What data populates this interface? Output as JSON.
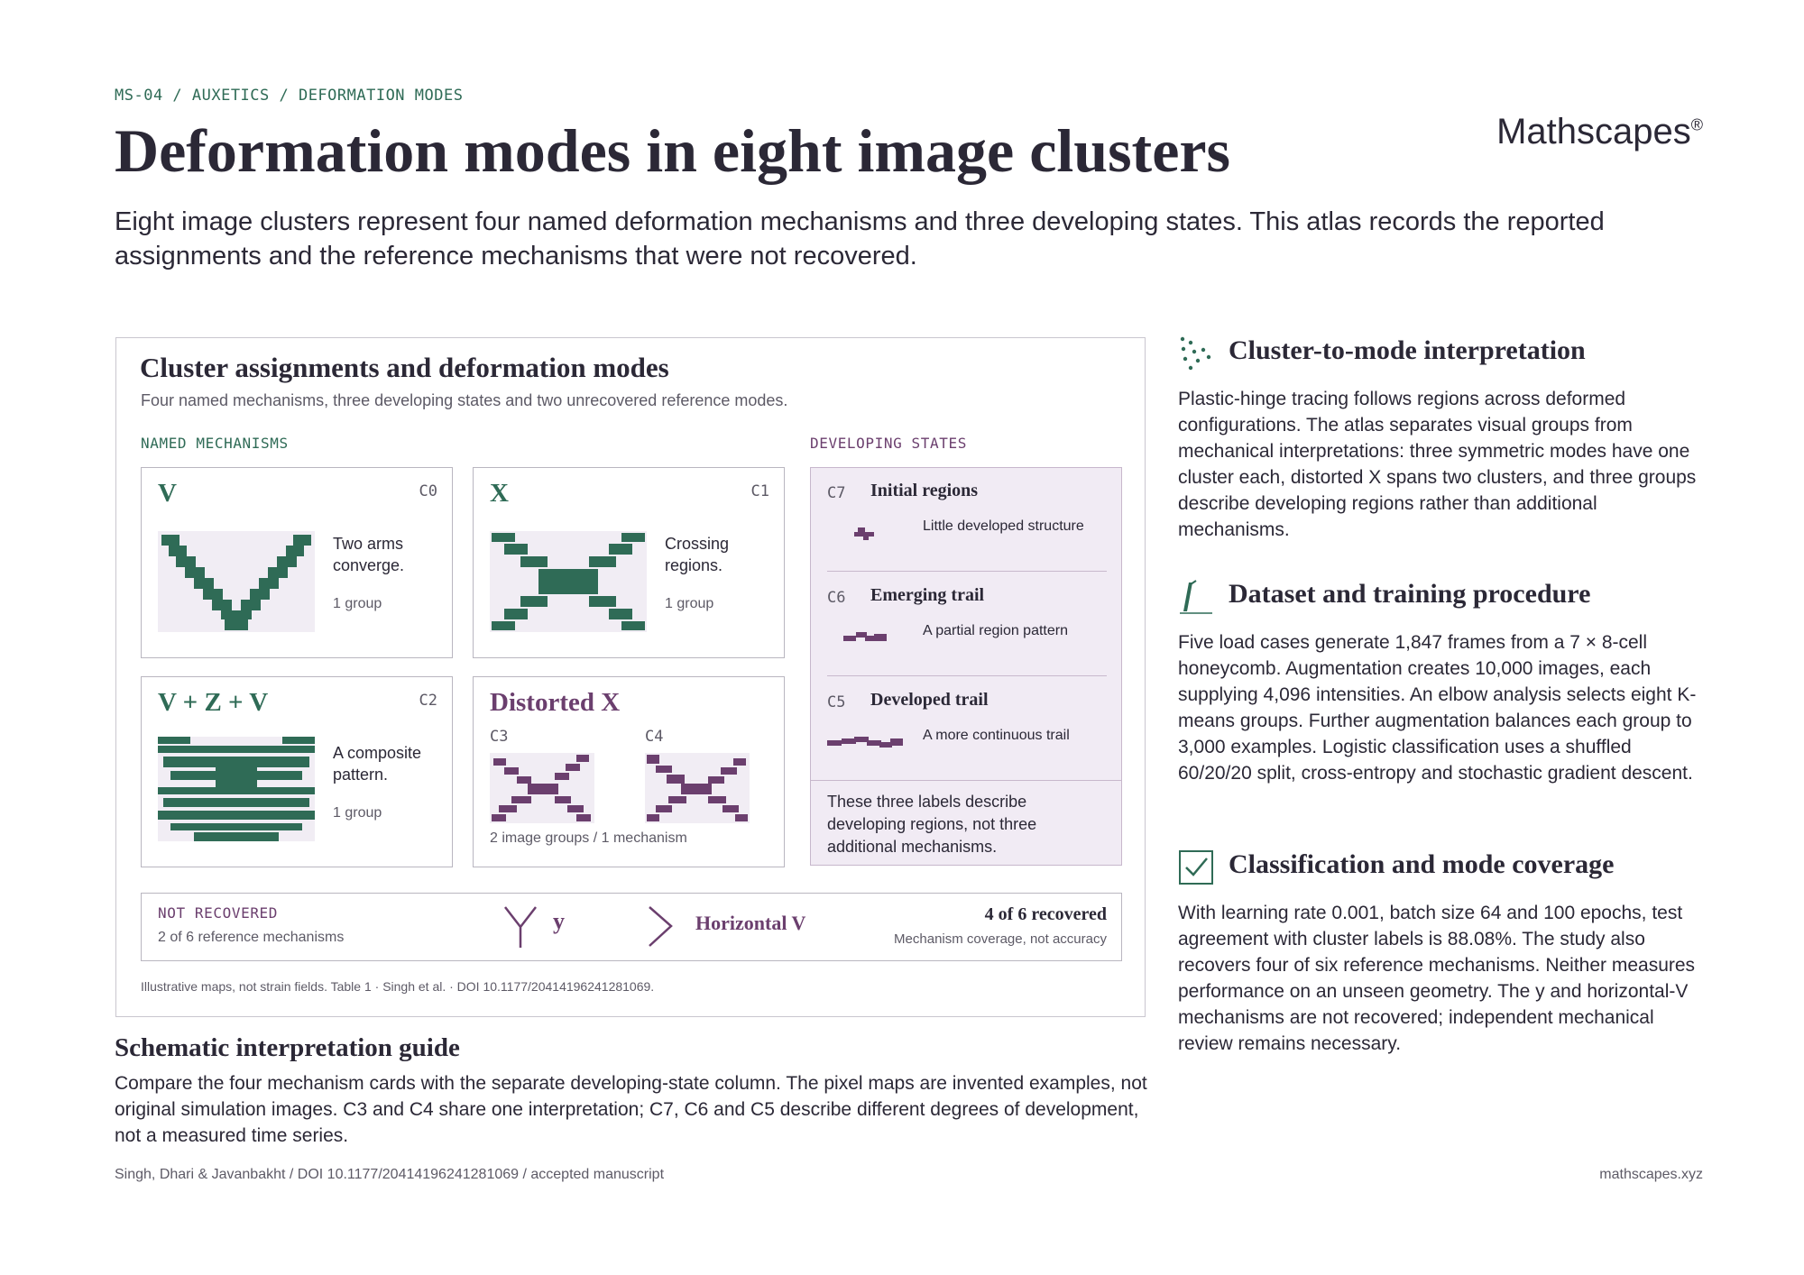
{
  "header": {
    "breadcrumb": "MS-04 / AUXETICS / DEFORMATION MODES",
    "title": "Deformation modes in eight image clusters",
    "brand": "Mathscapes",
    "brand_mark": "®",
    "lede": "Eight image clusters represent four named deformation mechanisms and three developing states. This atlas records the reported assignments and the reference mechanisms that were not recovered."
  },
  "panel": {
    "title": "Cluster assignments and deformation modes",
    "subtitle": "Four named mechanisms, three developing states and two unrecovered reference modes.",
    "named_label": "NAMED MECHANISMS",
    "developing_label": "DEVELOPING STATES",
    "cards": {
      "v": {
        "title": "V",
        "id": "C0",
        "text": "Two arms converge.",
        "count": "1 group"
      },
      "x": {
        "title": "X",
        "id": "C1",
        "text": "Crossing regions.",
        "count": "1 group"
      },
      "vzv": {
        "title": "V + Z + V",
        "id": "C2",
        "text": "A composite pattern.",
        "count": "1 group"
      },
      "dx": {
        "title": "Distorted X",
        "id_a": "C3",
        "id_b": "C4",
        "count": "2 image groups / 1 mechanism"
      }
    },
    "developing": [
      {
        "id": "C7",
        "title": "Initial regions",
        "desc": "Little developed structure"
      },
      {
        "id": "C6",
        "title": "Emerging trail",
        "desc": "A partial region pattern"
      },
      {
        "id": "C5",
        "title": "Developed trail",
        "desc": "A more continuous trail"
      }
    ],
    "developing_note": "These three labels describe developing regions, not three additional mechanisms.",
    "not_recovered": {
      "label": "NOT RECOVERED",
      "sub": "2 of 6 reference mechanisms",
      "mode_a": "y",
      "mode_b": "Horizontal V",
      "score": "4 of 6 recovered",
      "score_sub": "Mechanism coverage, not accuracy"
    },
    "footnote": "Illustrative maps, not strain fields. Table 1 · Singh et al. · DOI 10.1177/20414196241281069."
  },
  "guide": {
    "title": "Schematic interpretation guide",
    "body": "Compare the four mechanism cards with the separate developing-state column. The pixel maps are invented examples, not original simulation images. C3 and C4 share one interpretation; C7, C6 and C5 describe different degrees of development, not a measured time series."
  },
  "side": [
    {
      "icon": "scatter-icon",
      "title": "Cluster-to-mode interpretation",
      "body": "Plastic-hinge tracing follows regions across deformed configurations. The atlas separates visual groups from mechanical interpretations: three symmetric modes have one cluster each, distorted X spans two clusters, and three groups describe developing regions rather than additional mechanisms."
    },
    {
      "icon": "pen-icon",
      "title": "Dataset and training procedure",
      "body": "Five load cases generate 1,847 frames from a 7 × 8-cell honeycomb. Augmentation creates 10,000 images, each supplying 4,096 intensities. An elbow analysis selects eight K-means groups. Further augmentation balances each group to 3,000 examples. Logistic classification uses a shuffled 60/20/20 split, cross-entropy and stochastic gradient descent."
    },
    {
      "icon": "checkbox-icon",
      "title": "Classification and mode coverage",
      "body": "With learning rate 0.001, batch size 64 and 100 epochs, test agreement with cluster labels is 88.08%. The study also recovers four of six reference mechanisms. Neither measures performance on an unseen geometry. The y and horizontal-V mechanisms are not recovered; independent mechanical review remains necessary."
    }
  ],
  "footer": {
    "left": "Singh, Dhari & Javanbakht / DOI 10.1177/20414196241281069 / accepted manuscript",
    "right": "mathscapes.xyz"
  },
  "colors": {
    "green": "#2f6b56",
    "purple": "#6b3f6e",
    "ink": "#2b2836",
    "lilac": "#f1ebf4"
  }
}
